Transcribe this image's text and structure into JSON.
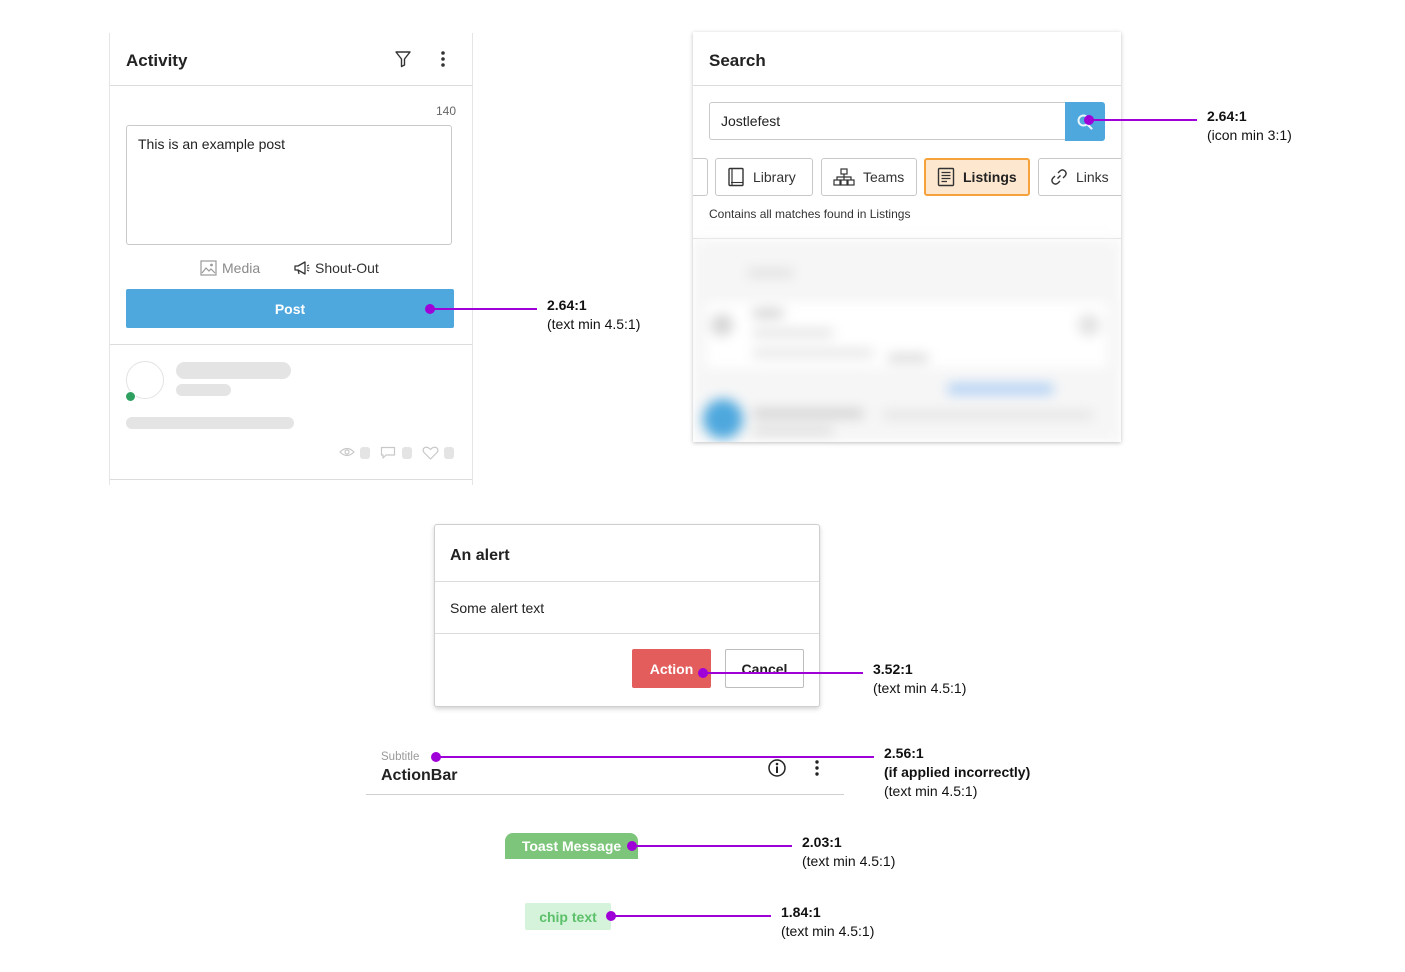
{
  "activity": {
    "title": "Activity",
    "char_count": "140",
    "post_text": "This is an example post",
    "media_label": "Media",
    "shoutout_label": "Shout-Out",
    "post_button": "Post"
  },
  "search": {
    "title": "Search",
    "query": "Jostlefest",
    "tabs": [
      {
        "label": "Library",
        "icon": "book-icon",
        "active": false
      },
      {
        "label": "Teams",
        "icon": "org-chart-icon",
        "active": false
      },
      {
        "label": "Listings",
        "icon": "listing-icon",
        "active": true
      },
      {
        "label": "Links",
        "icon": "link-icon",
        "active": false
      }
    ],
    "caption": "Contains all matches found in Listings"
  },
  "alert": {
    "title": "An alert",
    "body": "Some alert text",
    "action": "Action",
    "cancel": "Cancel"
  },
  "actionbar": {
    "subtitle": "Subtitle",
    "title": "ActionBar"
  },
  "toast": {
    "text": "Toast Message"
  },
  "chip": {
    "text": "chip text"
  },
  "annotations": {
    "search_button": {
      "ratio": "2.64:1",
      "note": "(icon min 3:1)"
    },
    "post_button": {
      "ratio": "2.64:1",
      "note": "(text min 4.5:1)"
    },
    "action_button": {
      "ratio": "3.52:1",
      "note": "(text min 4.5:1)"
    },
    "subtitle": {
      "ratio": "2.56:1",
      "extra": "(if applied incorrectly)",
      "note": "(text min 4.5:1)"
    },
    "toast": {
      "ratio": "2.03:1",
      "note": "(text min 4.5:1)"
    },
    "chip": {
      "ratio": "1.84:1",
      "note": "(text min 4.5:1)"
    }
  },
  "colors": {
    "primary": "#4ea8de",
    "danger": "#e35d5d",
    "accent_active": "#f6a23a",
    "success": "#7dc57a",
    "annotation": "#a000d8"
  }
}
